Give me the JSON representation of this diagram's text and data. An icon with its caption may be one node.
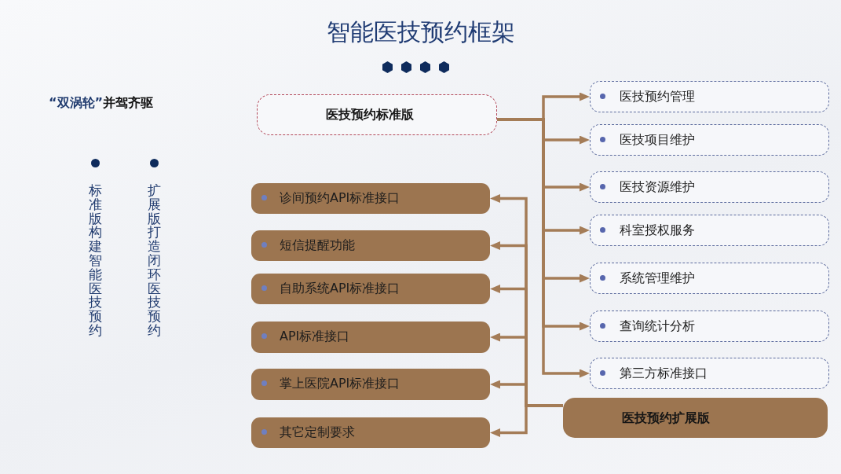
{
  "diagram": {
    "title": "智能医技预约框架",
    "nodes": [
      {
        "text": [
          "医技预约标准版"
        ]
      },
      {
        "text": [
          "医技预约管理"
        ]
      },
      {
        "text": [
          "医技项目维护"
        ]
      },
      {
        "text": [
          "医技资源维护"
        ]
      },
      {
        "text": [
          "科室授权服务"
        ]
      },
      {
        "text": [
          "系统管理维护"
        ]
      },
      {
        "text": [
          "查询统计分析"
        ]
      },
      {
        "text": [
          "第三方标准接口"
        ]
      },
      {
        "text": [
          "医技预约扩展版"
        ]
      },
      {
        "text": [
          "诊间预约API标准接口"
        ]
      },
      {
        "text": [
          "短信提醒功能"
        ]
      },
      {
        "text": [
          "自助系统API标准接口"
        ]
      },
      {
        "text": [
          "API标准接口"
        ]
      },
      {
        "text": [
          "掌上医院API标准接口"
        ]
      },
      {
        "text": [
          "其它定制要求"
        ]
      }
    ],
    "edges": [
      {
        "from": 0,
        "to": 1,
        "arrow": "to"
      },
      {
        "from": 0,
        "to": 2,
        "arrow": "to"
      },
      {
        "from": 0,
        "to": 3,
        "arrow": "to"
      },
      {
        "from": 0,
        "to": 4,
        "arrow": "to"
      },
      {
        "from": 0,
        "to": 5,
        "arrow": "to"
      },
      {
        "from": 0,
        "to": 6,
        "arrow": "to"
      },
      {
        "from": 0,
        "to": 7,
        "arrow": "to"
      },
      {
        "from": 8,
        "to": 9,
        "arrow": "to"
      },
      {
        "from": 8,
        "to": 10,
        "arrow": "to"
      },
      {
        "from": 8,
        "to": 11,
        "arrow": "to"
      },
      {
        "from": 8,
        "to": 12,
        "arrow": "to"
      },
      {
        "from": 8,
        "to": 13,
        "arrow": "to"
      },
      {
        "from": 8,
        "to": 14,
        "arrow": "to"
      }
    ],
    "labels": [
      "**“双涡轮”**并驾齐驱",
      "标准版构建智能医技预约",
      "扩展版打造闭环医技预约"
    ]
  }
}
